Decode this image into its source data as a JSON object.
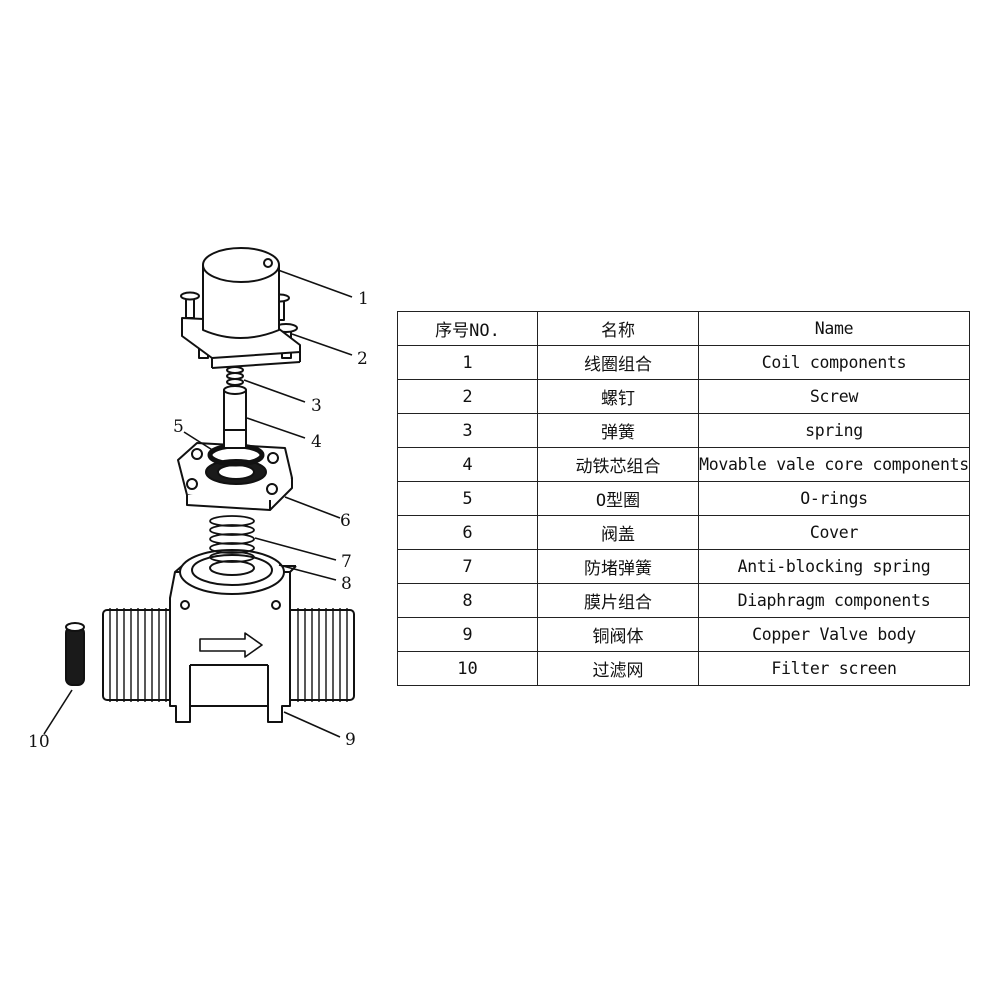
{
  "table": {
    "headers": {
      "no": "序号NO.",
      "cn": "名称",
      "en": "Name"
    },
    "rows": [
      {
        "no": "1",
        "cn": "线圈组合",
        "en": "Coil components"
      },
      {
        "no": "2",
        "cn": "螺钉",
        "en": "Screw"
      },
      {
        "no": "3",
        "cn": "弹簧",
        "en": "spring"
      },
      {
        "no": "4",
        "cn": "动铁芯组合",
        "en": "Movable vale core components"
      },
      {
        "no": "5",
        "cn": "O型圈",
        "en": "O-rings"
      },
      {
        "no": "6",
        "cn": "阀盖",
        "en": "Cover"
      },
      {
        "no": "7",
        "cn": "防堵弹簧",
        "en": "Anti-blocking spring"
      },
      {
        "no": "8",
        "cn": "膜片组合",
        "en": "Diaphragm components"
      },
      {
        "no": "9",
        "cn": "铜阀体",
        "en": "Copper Valve body"
      },
      {
        "no": "10",
        "cn": "过滤网",
        "en": "Filter screen"
      }
    ]
  },
  "callouts": [
    "1",
    "2",
    "3",
    "4",
    "5",
    "6",
    "7",
    "8",
    "9",
    "10"
  ],
  "colors": {
    "line": "#111111",
    "fill": "#ffffff",
    "dark": "#1a1a1a"
  },
  "icons": {
    "flow_arrow": "flow-direction-arrow-icon"
  }
}
